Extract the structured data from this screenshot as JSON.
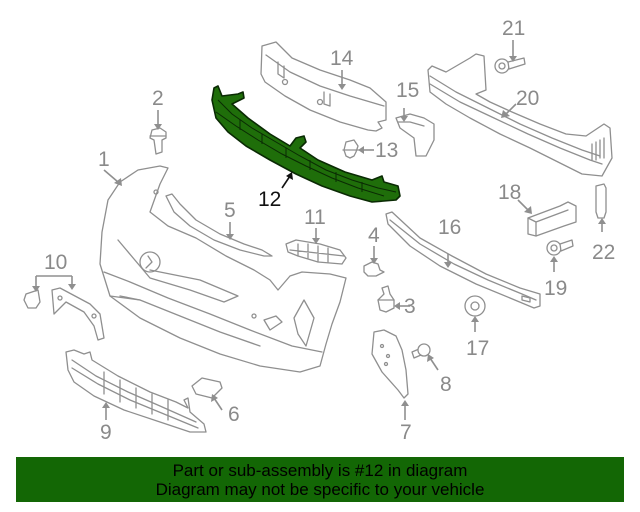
{
  "diagram": {
    "title": "Front bumper exploded parts diagram",
    "highlight_color": "#136705",
    "line_color": "#8f8f8f",
    "highlighted_part": "12",
    "callouts": [
      {
        "id": "1",
        "label": "1"
      },
      {
        "id": "2",
        "label": "2"
      },
      {
        "id": "3",
        "label": "3"
      },
      {
        "id": "4",
        "label": "4"
      },
      {
        "id": "5",
        "label": "5"
      },
      {
        "id": "6",
        "label": "6"
      },
      {
        "id": "7",
        "label": "7"
      },
      {
        "id": "8",
        "label": "8"
      },
      {
        "id": "9",
        "label": "9"
      },
      {
        "id": "10",
        "label": "10"
      },
      {
        "id": "11",
        "label": "11"
      },
      {
        "id": "12",
        "label": "12"
      },
      {
        "id": "13",
        "label": "13"
      },
      {
        "id": "14",
        "label": "14"
      },
      {
        "id": "15",
        "label": "15"
      },
      {
        "id": "16",
        "label": "16"
      },
      {
        "id": "17",
        "label": "17"
      },
      {
        "id": "18",
        "label": "18"
      },
      {
        "id": "19",
        "label": "19"
      },
      {
        "id": "20",
        "label": "20"
      },
      {
        "id": "21",
        "label": "21"
      },
      {
        "id": "22",
        "label": "22"
      }
    ]
  },
  "banner": {
    "line1": "Part or sub-assembly is #12 in diagram",
    "line2": "Diagram may not be specific to your vehicle",
    "background": "#136705"
  }
}
